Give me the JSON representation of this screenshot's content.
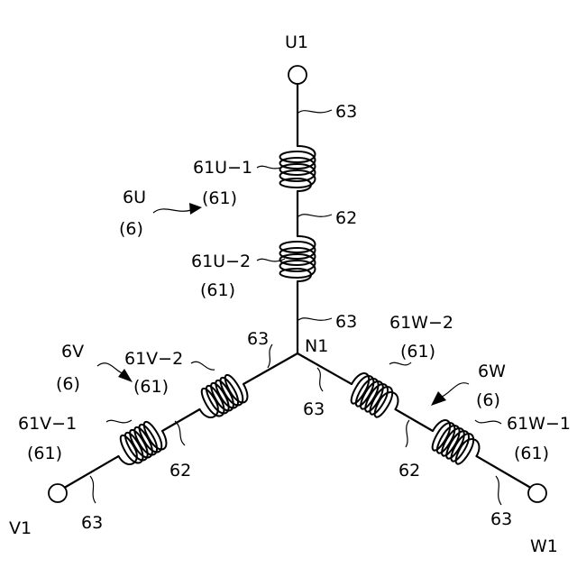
{
  "labels": {
    "u1": "U1",
    "v1": "V1",
    "w1": "W1",
    "n1": "N1",
    "phase_u": "6U",
    "phase_u_ref": "(6)",
    "phase_v": "6V",
    "phase_v_ref": "(6)",
    "phase_w": "6W",
    "phase_w_ref": "(6)",
    "coil_u1": "61U−1",
    "coil_u1_ref": "(61)",
    "coil_u2": "61U−2",
    "coil_u2_ref": "(61)",
    "coil_v1": "61V−1",
    "coil_v1_ref": "(61)",
    "coil_v2": "61V−2",
    "coil_v2_ref": "(61)",
    "coil_w1": "61W−1",
    "coil_w1_ref": "(61)",
    "coil_w2": "61W−2",
    "coil_w2_ref": "(61)",
    "wire_u_top": "63",
    "wire_u_mid": "62",
    "wire_u_bottom": "63",
    "wire_v_center": "63",
    "wire_v_mid": "62",
    "wire_v_end": "63",
    "wire_w_center": "63",
    "wire_w_mid": "62",
    "wire_w_end": "63"
  }
}
